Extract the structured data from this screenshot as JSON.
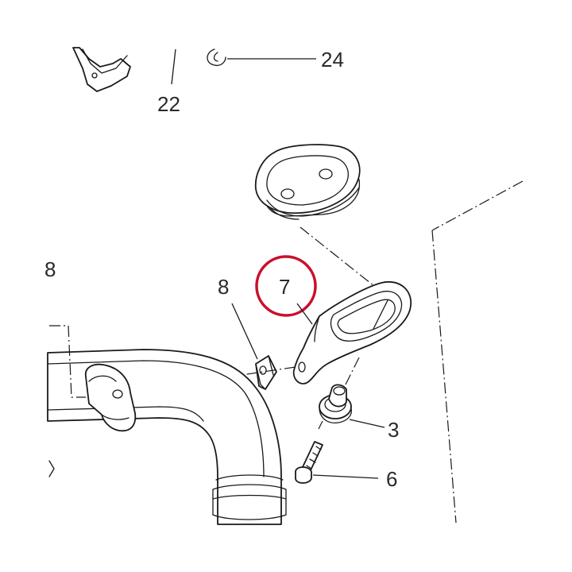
{
  "callouts": {
    "part_22": "22",
    "part_24": "24",
    "part_8_edge": "8",
    "part_8": "8",
    "part_7": "7",
    "part_3": "3",
    "part_6": "6"
  },
  "highlight": {
    "part": "7",
    "color": "#c8102e"
  },
  "colors": {
    "line": "#1a1a1a",
    "background": "#ffffff"
  }
}
